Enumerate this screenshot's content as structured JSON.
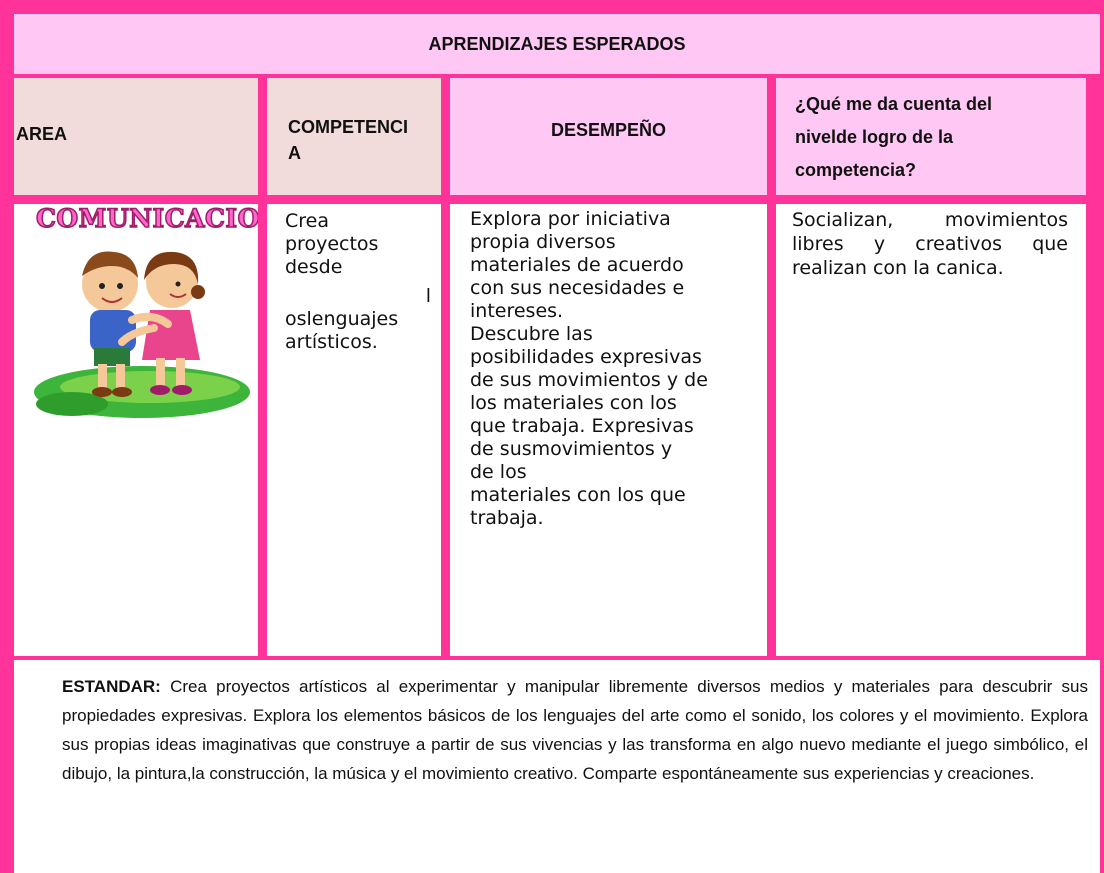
{
  "header": {
    "title": "APRENDIZAJES ESPERADOS",
    "col_area": "AREA",
    "col_competencia_lines": [
      "COMPETENCI",
      "A"
    ],
    "col_desempeno": "DESEMPEÑO",
    "col_question_lines": [
      "¿Qué me da cuenta del",
      "nivelde logro de la",
      "competencia?"
    ]
  },
  "row": {
    "area_label": "COMUNICACIO",
    "area_image": "children-hugging-illustration",
    "competencia_lines": [
      "Crea",
      "proyectos",
      "desde",
      "l",
      "oslenguajes",
      "artísticos."
    ],
    "desempeno_lines": [
      "Explora por iniciativa",
      "propia diversos",
      "materiales de acuerdo",
      "con sus necesidades e",
      "intereses.",
      "Descubre las",
      "posibilidades expresivas",
      "de sus movimientos y de",
      "los materiales con los",
      "que trabaja. Expresivas",
      "de susmovimientos y",
      "de los",
      "materiales con los que",
      "trabaja."
    ],
    "logro_text": "Socializan, movimientos libres y creativos que realizan con la canica."
  },
  "estandar": {
    "label": "ESTANDAR:",
    "text": " Crea proyectos artísticos al experimentar y manipular libremente diversos medios y materiales para descubrir sus propiedades expresivas. Explora los elementos básicos de los lenguajes del arte como el sonido, los colores y el movimiento. Explora sus propias ideas imaginativas que construye a partir de sus vivencias y las transforma en algo nuevo mediante el juego simbólico, el dibujo, la pintura,la construcción, la música y el movimiento creativo. Comparte espontáneamente sus experiencias y creaciones."
  },
  "colors": {
    "border": "#ff3399",
    "pink_fill": "#ffc8f4",
    "rose_fill": "#f2dcdb"
  }
}
